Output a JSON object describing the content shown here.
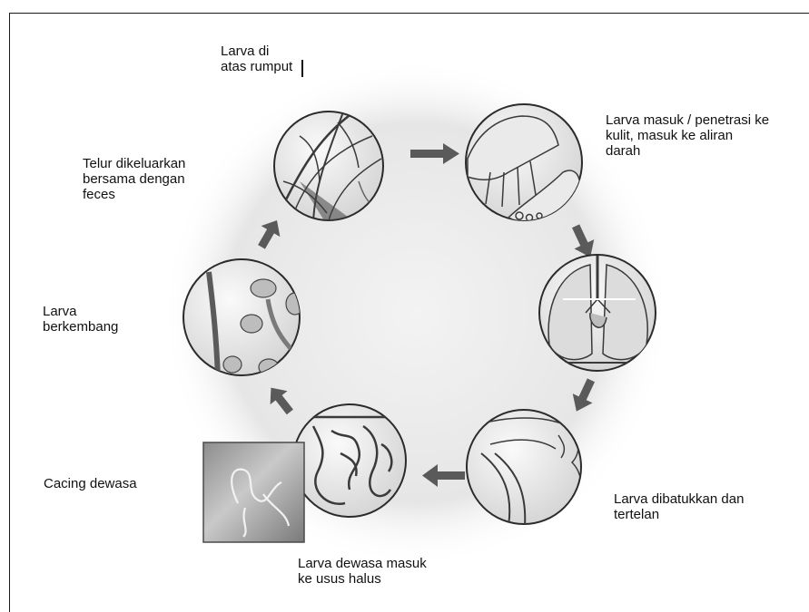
{
  "labels": {
    "grass": "Larva di\natas rumput",
    "skin": "Larva masuk / penetrasi ke\nkulit, masuk ke aliran\ndarah",
    "eggs": "Telur dikeluarkan\nbersama dengan\nfeces",
    "develop": "Larva\nberkembang",
    "adult": "Cacing dewasa",
    "cough": "Larva dibatukkan dan\ntertelan",
    "intestine": "Larva dewasa masuk\nke usus halus"
  },
  "colors": {
    "arrow": "#5a5a5a",
    "circle_border": "#2b2b2b",
    "text": "#111111"
  }
}
